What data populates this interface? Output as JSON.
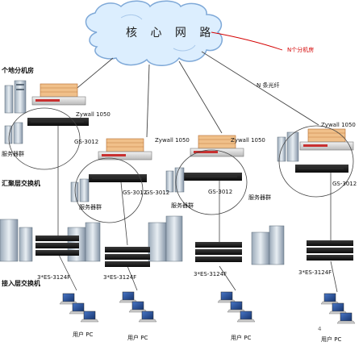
{
  "core_label": "核 心 网 路",
  "n_branch_label": "N个分机房",
  "n_fiber_label": "N 条光纤",
  "layers": {
    "branch": "个地分机房",
    "aggregation": "汇聚层交换机",
    "access": "接入层交换机"
  },
  "firewall_model": "Zywall 1050",
  "agg_switch_model": "GS-3012",
  "access_switch_model": "3*ES-3124F",
  "server_label": "服务器群",
  "user_pc_label": "用户 PC",
  "page_mark": "4",
  "colors": {
    "cloud_fill": "#dceefe",
    "cloud_stroke": "#7fa9d8",
    "link_color": "#444444",
    "accent_red": "#d40000"
  }
}
